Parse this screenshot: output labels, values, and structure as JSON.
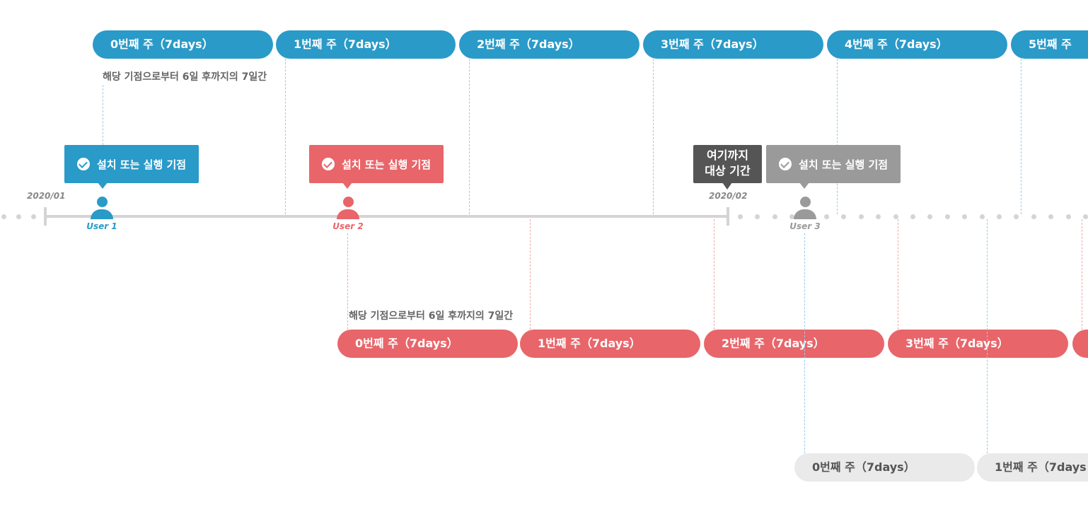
{
  "colors": {
    "blue": "#2a9ac9",
    "red": "#e8666a",
    "gray": "#9a9a9a",
    "dark": "#555555",
    "axis": "#d4d4d4"
  },
  "timeline": {
    "start_label": "2020/01",
    "end_label": "2020/02"
  },
  "users": [
    {
      "label": "User 1",
      "color": "#2a9ac9",
      "callout": "설치 또는 실행 기점"
    },
    {
      "label": "User 2",
      "color": "#e8666a",
      "callout": "설치 또는 실행 기점"
    },
    {
      "label": "User 3",
      "color": "#9a9a9a",
      "callout": "설치 또는 실행 기점"
    }
  ],
  "cutoff": {
    "line1": "여기까지",
    "line2": "대상 기간"
  },
  "notes": {
    "user1_period": "해당 기점으로부터 6일 후까지의 7일간",
    "user2_period": "해당 기점으로부터 6일 후까지의 7일간"
  },
  "weeks": {
    "user1": [
      "0번째 주（7days）",
      "1번째 주（7days）",
      "2번째 주（7days）",
      "3번째 주（7days）",
      "4번째 주（7days）",
      "5번째 주"
    ],
    "user2": [
      "0번째 주（7days）",
      "1번째 주（7days）",
      "2번째 주（7days）",
      "3번째 주（7days）",
      ""
    ],
    "user3": [
      "0번째 주（7days）",
      "1번째 주（7days"
    ]
  }
}
